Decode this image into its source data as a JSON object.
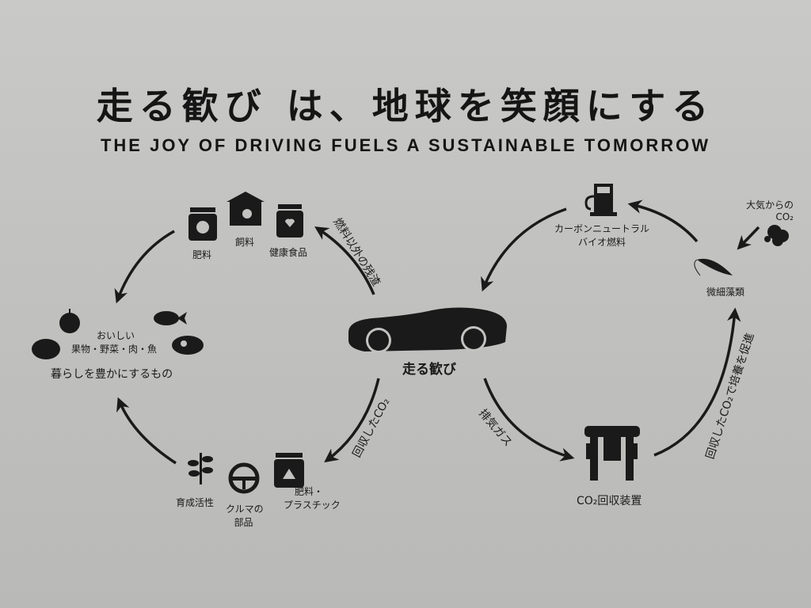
{
  "title": "走る歓び は、地球を笑顔にする",
  "subtitle": "THE JOY OF DRIVING FUELS A SUSTAINABLE TOMORROW",
  "center": {
    "label": "走る歓び"
  },
  "left_loop": {
    "residue_label": "燃料以外の残渣",
    "fertilizer": "肥料",
    "feed": "飼料",
    "health_food": "健康食品",
    "tasty": "おいしい",
    "foods": "果物・野菜・肉・魚",
    "enrich": "暮らしを豊かにするもの",
    "growth": "育成活性",
    "car_parts_1": "クルマの",
    "car_parts_2": "部品",
    "fert_plastic_1": "肥料・",
    "fert_plastic_2": "プラスチック",
    "recovered_co2": "回収したCO₂"
  },
  "right_loop": {
    "exhaust": "排気ガス",
    "capture_device": "CO₂回収装置",
    "culture_promote": "回収したCO₂で培養を促進",
    "microalgae": "微細藻類",
    "atmos_1": "大気からの",
    "atmos_2": "CO₂",
    "biofuel_1": "カーボンニュートラル",
    "biofuel_2": "バイオ燃料"
  },
  "colors": {
    "ink": "#1a1a1a",
    "background": "#c4c4c2"
  }
}
